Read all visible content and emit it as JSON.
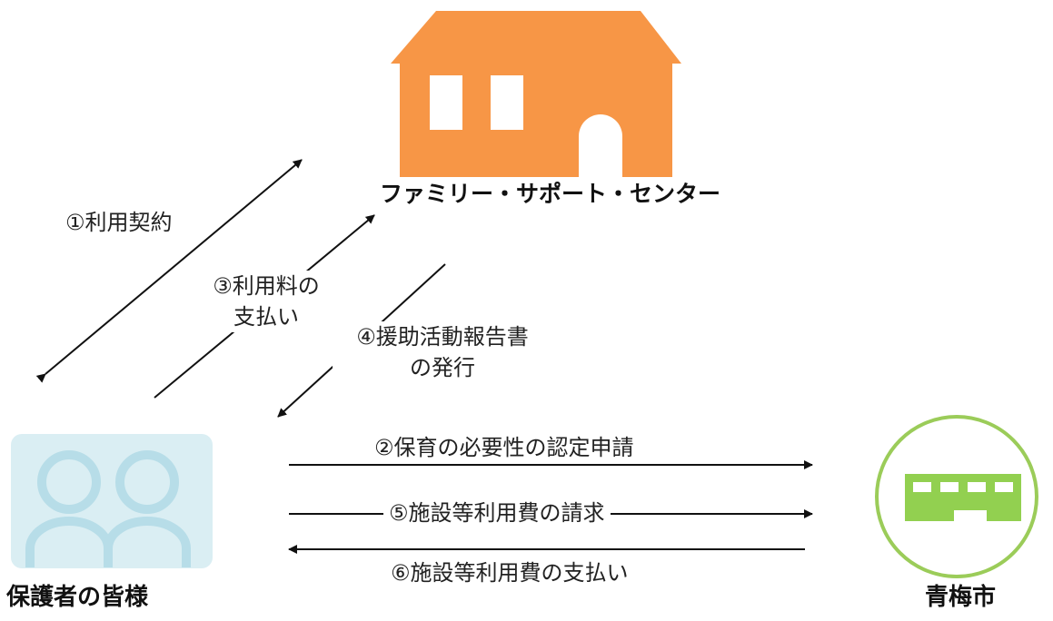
{
  "nodes": {
    "center_name": "ファミリー・サポート・センター",
    "parents_name": "保護者の皆様",
    "city_name": "青梅市"
  },
  "steps": {
    "s1": "①利用契約",
    "s2": "②保育の必要性の認定申請",
    "s3_line1": "③利用料の",
    "s3_line2": "支払い",
    "s4_line1": "④援助活動報告書",
    "s4_line2": "の発行",
    "s5": "⑤施設等利用費の請求",
    "s6": "⑥施設等利用費の支払い"
  },
  "colors": {
    "house": "#f79646",
    "parents_bg": "#daeef3",
    "parents_icon": "#b7dde8",
    "city_ring": "#9bcc59",
    "city_building": "#92d050",
    "arrow": "#111111"
  }
}
